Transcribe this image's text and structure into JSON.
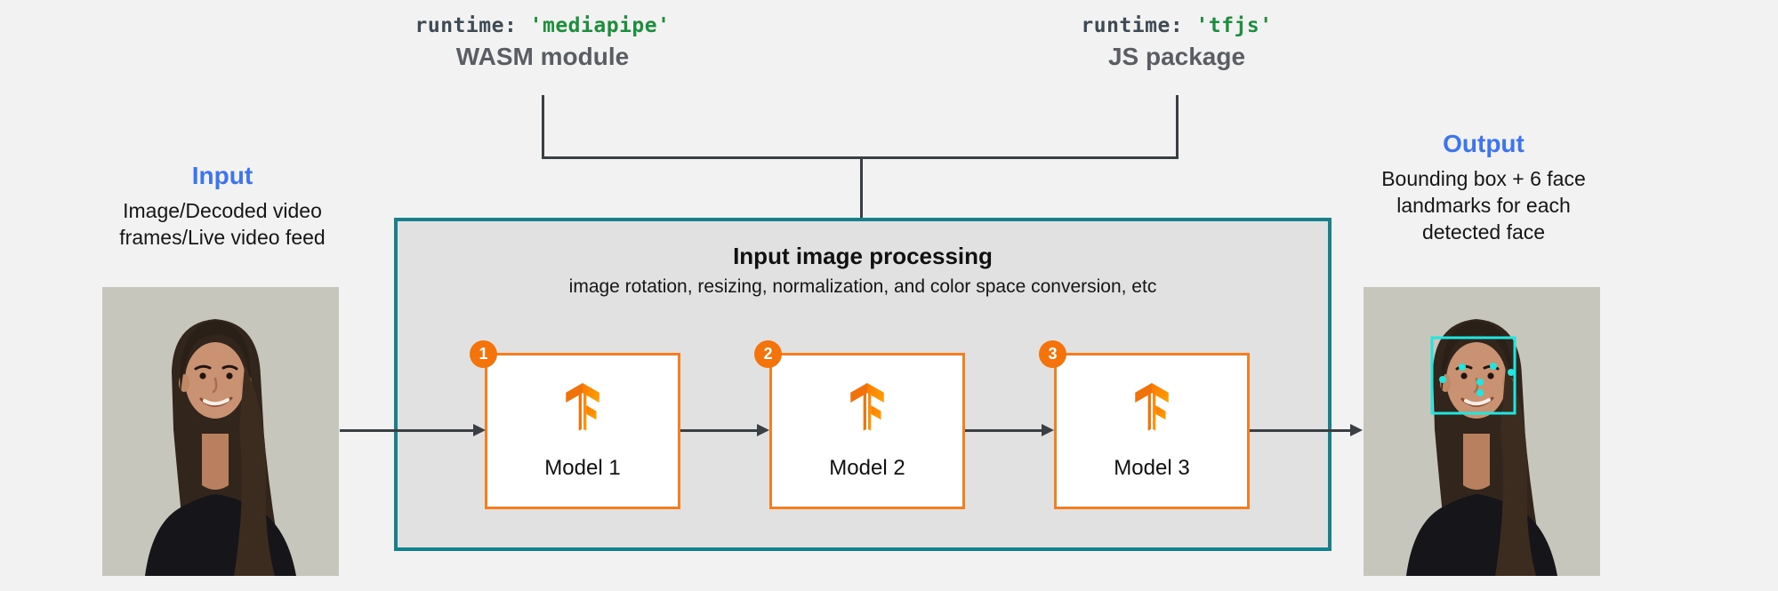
{
  "diagram": {
    "runtimes": [
      {
        "code_keyword": "runtime: ",
        "code_value": "'mediapipe'",
        "label": "WASM module"
      },
      {
        "code_keyword": "runtime: ",
        "code_value": "'tfjs'",
        "label": "JS package"
      }
    ],
    "input": {
      "title": "Input",
      "line1": "Image/Decoded video",
      "line2": "frames/Live video feed"
    },
    "output": {
      "title": "Output",
      "line1": "Bounding box + 6 face",
      "line2": "landmarks for each",
      "line3": "detected face"
    },
    "processing": {
      "title": "Input image processing",
      "subtitle": "image rotation, resizing, normalization, and color space conversion, etc",
      "models": [
        {
          "badge": "1",
          "label": "Model 1"
        },
        {
          "badge": "2",
          "label": "Model 2"
        },
        {
          "badge": "3",
          "label": "Model 3"
        }
      ]
    },
    "output_overlay": {
      "landmark_count": "6"
    }
  },
  "colors": {
    "background": "#F2F2F2",
    "processing_box_fill": "#E1E1E1",
    "processing_box_border_teal": "#17808D",
    "model_border_orange": "#F57E20",
    "badge_orange": "#F4740B",
    "tf_logo_orange_dark": "#F0720B",
    "tf_logo_orange_light": "#FFA000",
    "heading_blue": "#3D74F1",
    "code_green": "#1E8E3E",
    "code_slate": "#3E4A54",
    "runtime_label_gray": "#5A5E63",
    "connector_line": "#3A3F44",
    "landmark_cyan": "#21E5DE"
  },
  "icons": {
    "tensorflow_logo": "tensorflow-logo-icon",
    "face_landmarks": "face-landmark-dots"
  }
}
